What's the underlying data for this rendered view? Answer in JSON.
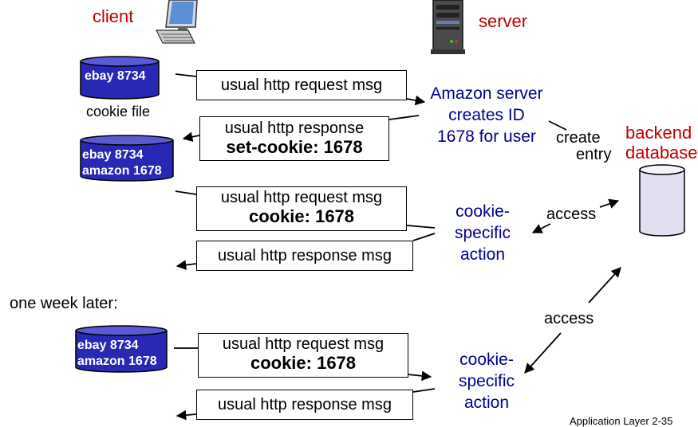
{
  "labels": {
    "client": "client",
    "server": "server",
    "backend_line1": "backend",
    "backend_line2": "database",
    "cookie_file": "cookie file",
    "one_week_later": "one week later:",
    "amazon_line1": "Amazon server",
    "amazon_line2": "creates ID",
    "amazon_line3": "1678 for user",
    "create": "create",
    "entry": "entry",
    "access1": "access",
    "access2": "access",
    "action1_line1": "cookie-",
    "action1_line2": "specific",
    "action1_line3": "action",
    "action2_line1": "cookie-",
    "action2_line2": "specific",
    "action2_line3": "action",
    "footer": "Application Layer 2-35"
  },
  "cookie_stores": {
    "store1": {
      "line1": "ebay 8734"
    },
    "store2": {
      "line1": "ebay 8734",
      "line2": "amazon 1678"
    },
    "store3": {
      "line1": "ebay 8734",
      "line2": "amazon 1678"
    }
  },
  "messages": {
    "req1": {
      "line1": "usual http request msg"
    },
    "resp1": {
      "line1": "usual http response",
      "line2": "set-cookie: 1678"
    },
    "req2": {
      "line1": "usual http request msg",
      "line2": "cookie: 1678"
    },
    "resp2": {
      "line1": "usual http response msg"
    },
    "req3": {
      "line1": "usual http request msg",
      "line2": "cookie: 1678"
    },
    "resp3": {
      "line1": "usual http response msg"
    }
  },
  "colors": {
    "client_server_label": "#c00000",
    "server_text": "#000090",
    "cylinder_fill": "#2828b4",
    "db_fill": "#e0e0f0"
  },
  "icons": [
    "computer-icon",
    "server-icon",
    "cookie-file-icon",
    "database-icon"
  ]
}
